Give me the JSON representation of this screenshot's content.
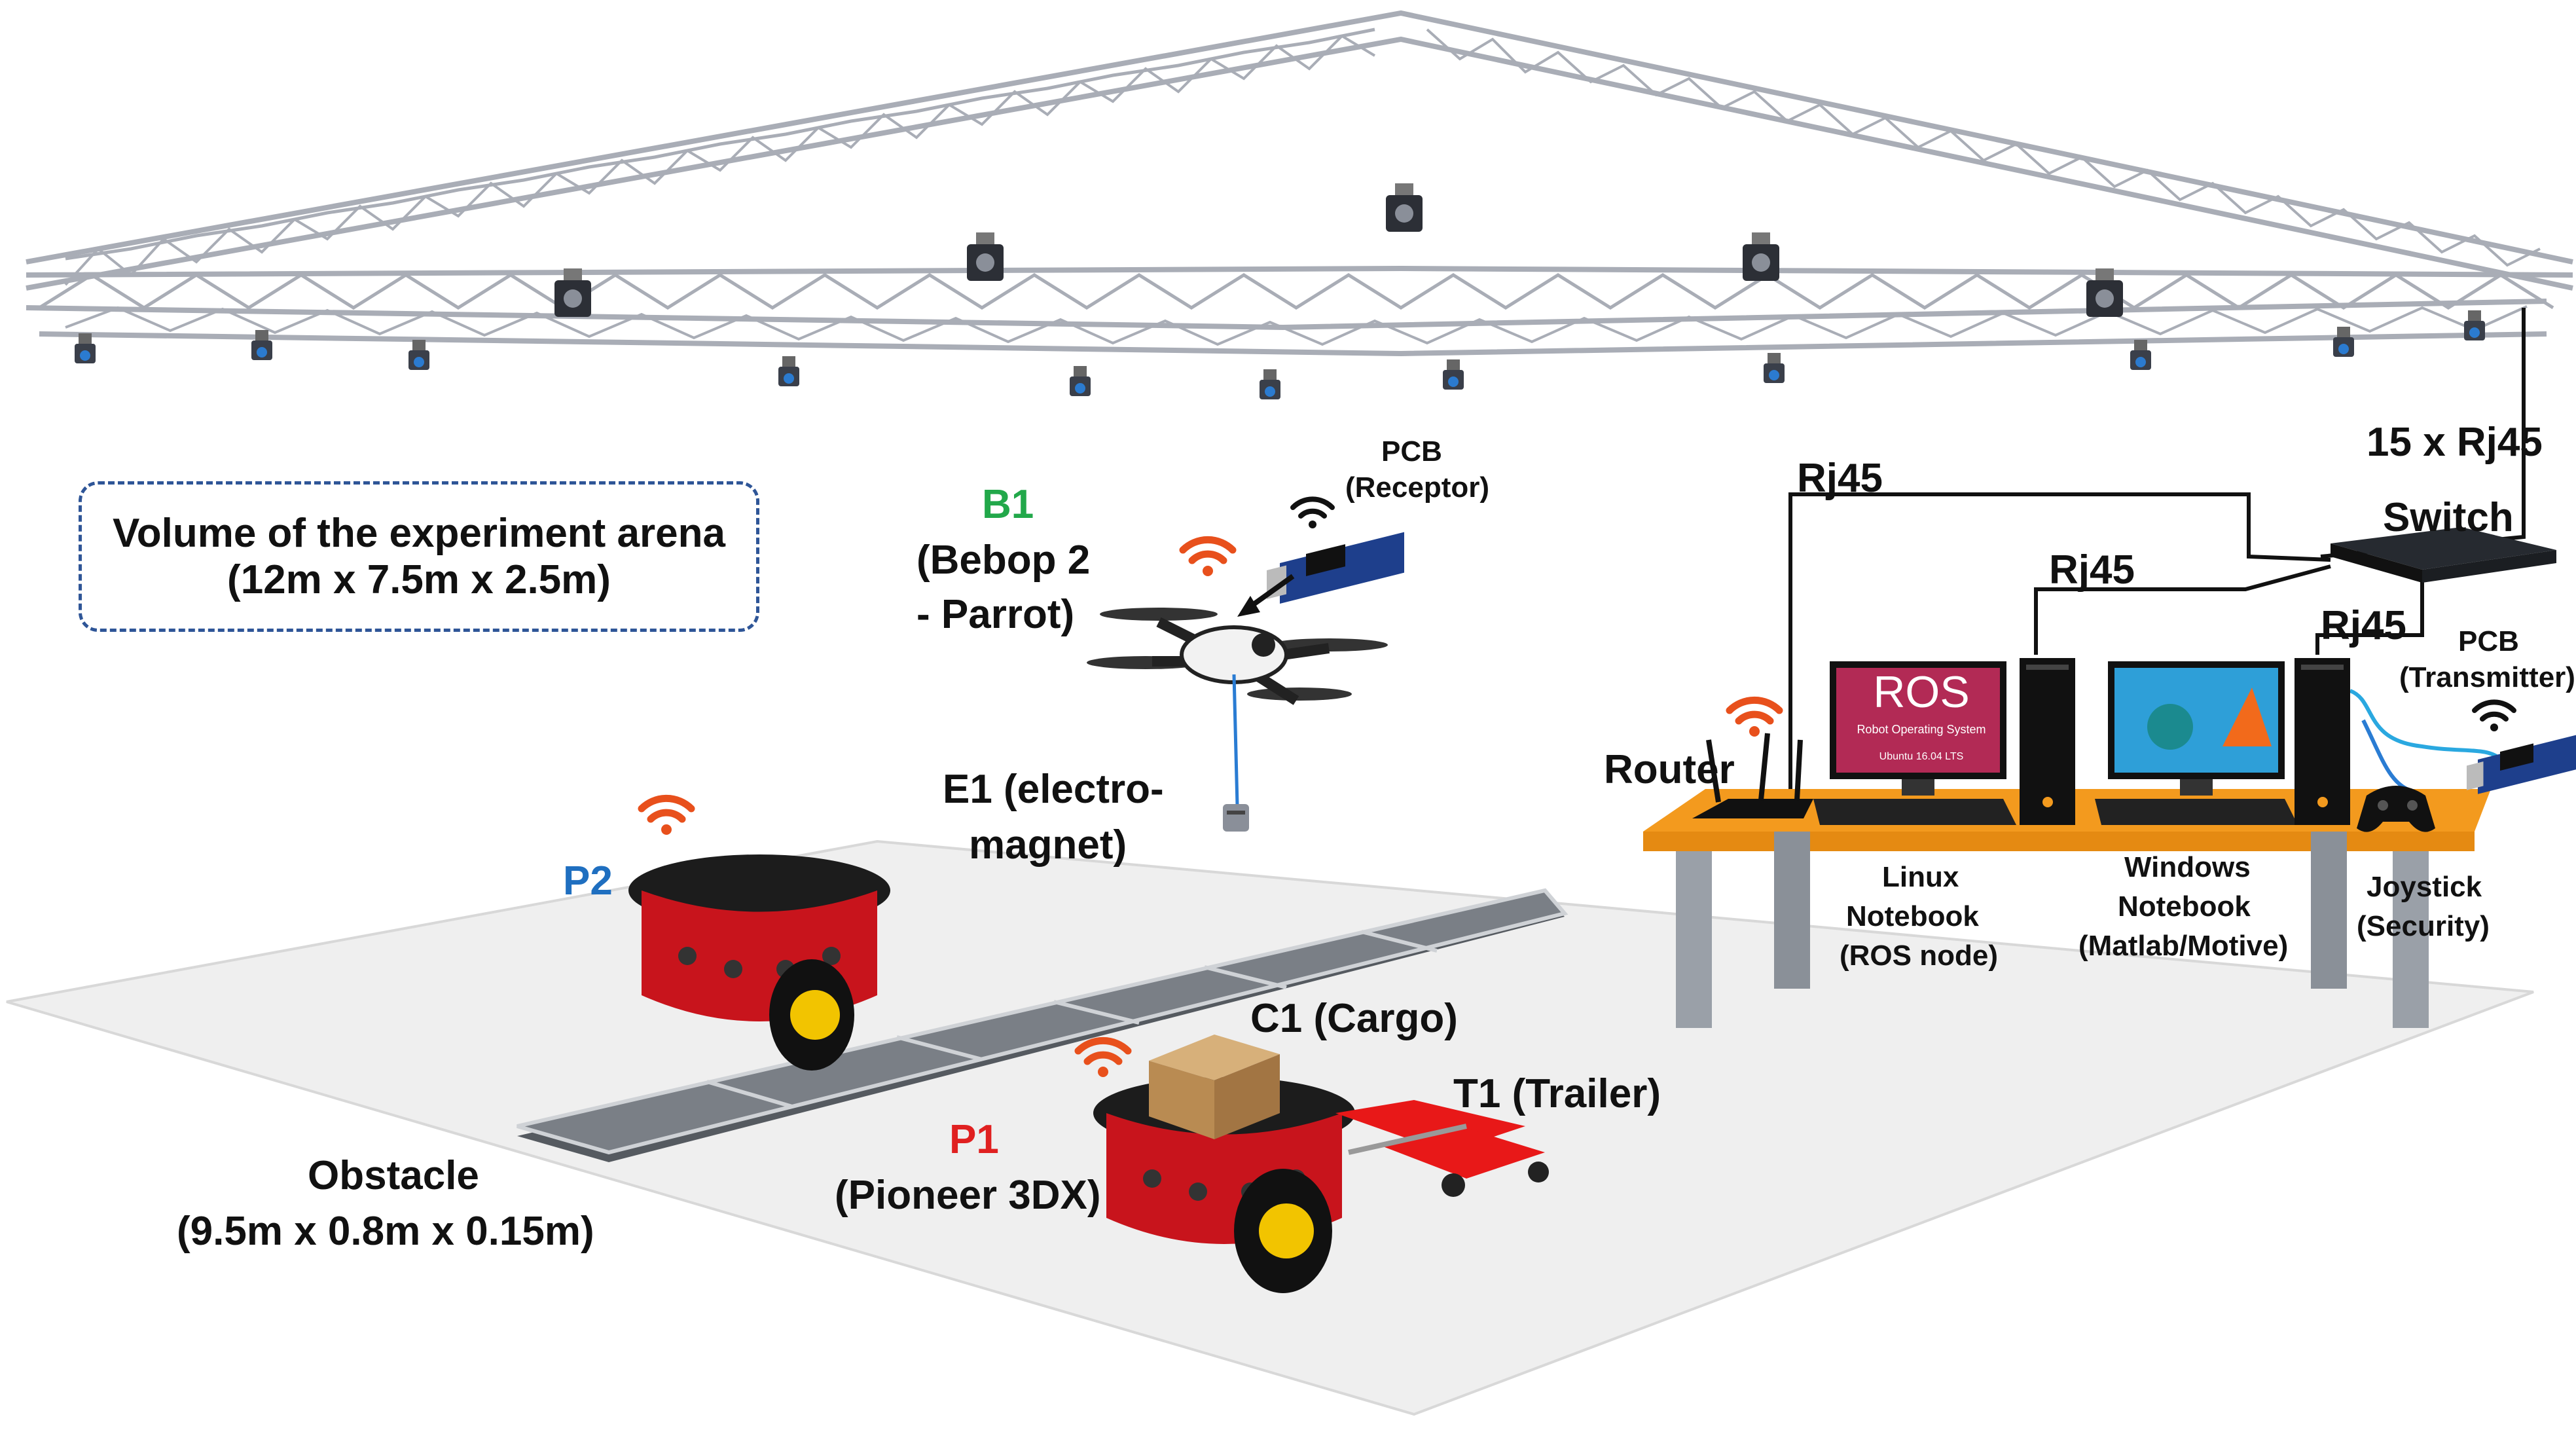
{
  "arena": {
    "title": "Volume of the experiment arena",
    "dims": "(12m x 7.5m x 2.5m)"
  },
  "drone": {
    "id": "B1",
    "name_line1": "(Bebop 2",
    "name_line2": "- Parrot)",
    "id_color": "#22a84a"
  },
  "pcb_receptor": {
    "line1": "PCB",
    "line2": "(Receptor)"
  },
  "electromagnet": {
    "line1": "E1 (electro-",
    "line2": "magnet)"
  },
  "robot_p2": {
    "id": "P2",
    "id_color": "#1f6fc0"
  },
  "robot_p1": {
    "id": "P1",
    "name": "(Pioneer 3DX)",
    "id_color": "#e02020"
  },
  "cargo": {
    "label": "C1 (Cargo)"
  },
  "trailer": {
    "label": "T1 (Trailer)"
  },
  "obstacle": {
    "label": "Obstacle",
    "dims": "(9.5m x 0.8m x 0.15m)"
  },
  "network": {
    "cameras": "15 x Rj45",
    "switch": "Switch",
    "rj45_router": "Rj45",
    "rj45_linux": "Rj45",
    "rj45_windows": "Rj45"
  },
  "pcb_transmitter": {
    "line1": "PCB",
    "line2": "(Transmitter)"
  },
  "router": {
    "label": "Router"
  },
  "linux_pc": {
    "line1": "Linux",
    "line2": "Notebook",
    "line3": "(ROS node)"
  },
  "windows_pc": {
    "line1": "Windows",
    "line2": "Notebook",
    "line3": "(Matlab/Motive)"
  },
  "joystick": {
    "line1": "Joystick",
    "line2": "(Security)"
  },
  "ros_screen": {
    "logo": "ROS",
    "subtitle": "Robot Operating System",
    "version": "Ubuntu 16.04 LTS"
  },
  "colors": {
    "wifi": "#e8501c",
    "robot_red": "#c8141c",
    "desk": "#f39a1e",
    "floor": "#eeeeee"
  }
}
